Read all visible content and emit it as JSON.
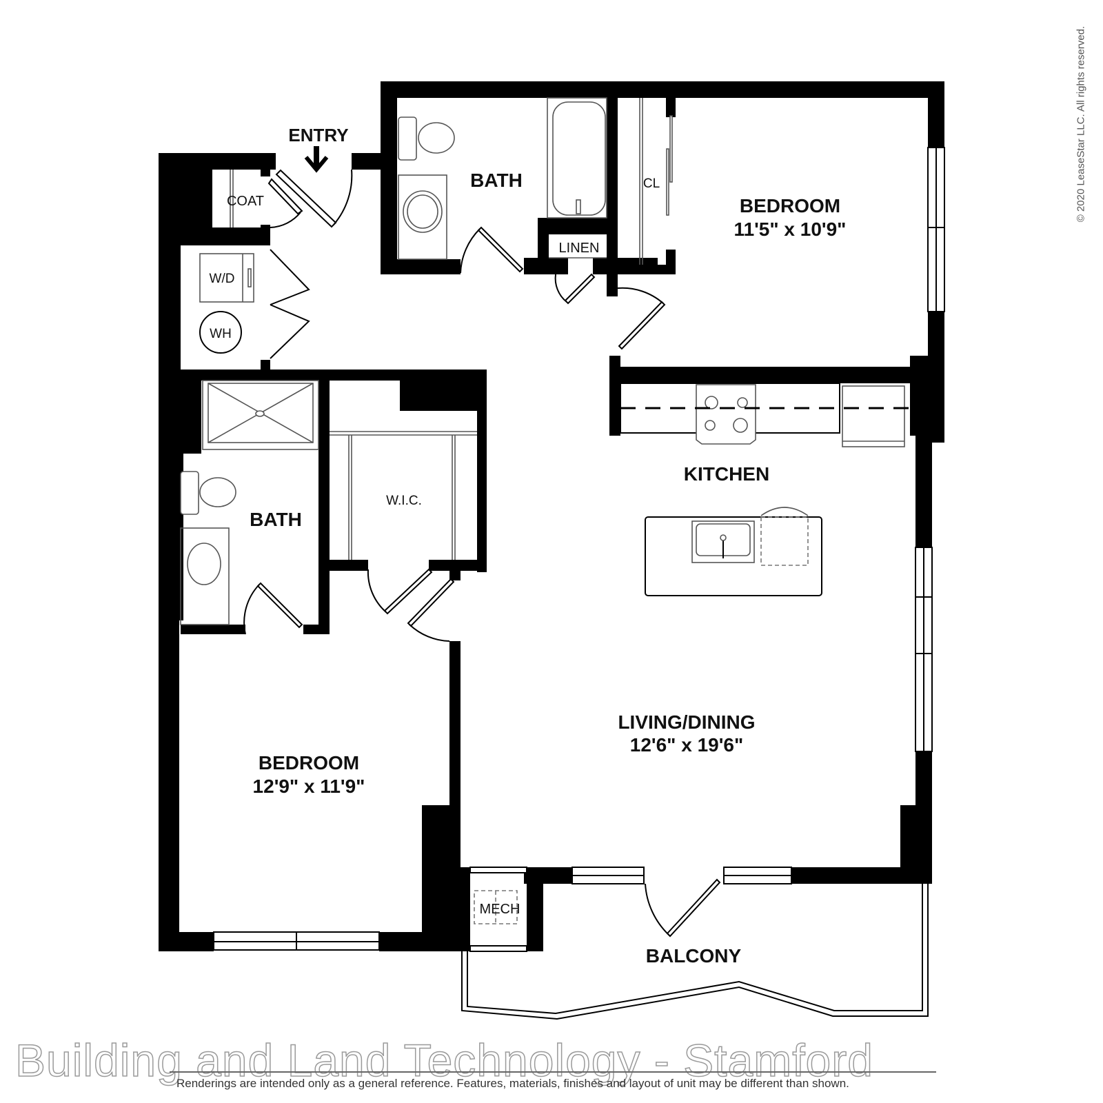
{
  "copyright": "© 2020 LeaseStar LLC. All rights reserved.",
  "watermark": "Building and Land Technology - Stamford",
  "disclaimer": "Renderings are intended only as a general reference. Features, materials, finishes and layout of unit may be different than shown.",
  "entry": {
    "label": "ENTRY",
    "icon": "arrow-down-icon"
  },
  "rooms": {
    "coat": {
      "label": "COAT"
    },
    "wd": {
      "label": "W/D"
    },
    "wh": {
      "label": "WH"
    },
    "bath_1": {
      "label": "BATH"
    },
    "linen": {
      "label": "LINEN"
    },
    "closet": {
      "label": "CL"
    },
    "bedroom_1": {
      "label": "BEDROOM",
      "dimensions": "11'5\" x 10'9\""
    },
    "bath_2": {
      "label": "BATH"
    },
    "wic": {
      "label": "W.I.C."
    },
    "kitchen": {
      "label": "KITCHEN"
    },
    "living_dining": {
      "label": "LIVING/DINING",
      "dimensions": "12'6\" x 19'6\""
    },
    "bedroom_2": {
      "label": "BEDROOM",
      "dimensions": "12'9\" x 11'9\""
    },
    "mech": {
      "label": "MECH"
    },
    "balcony": {
      "label": "BALCONY"
    }
  }
}
